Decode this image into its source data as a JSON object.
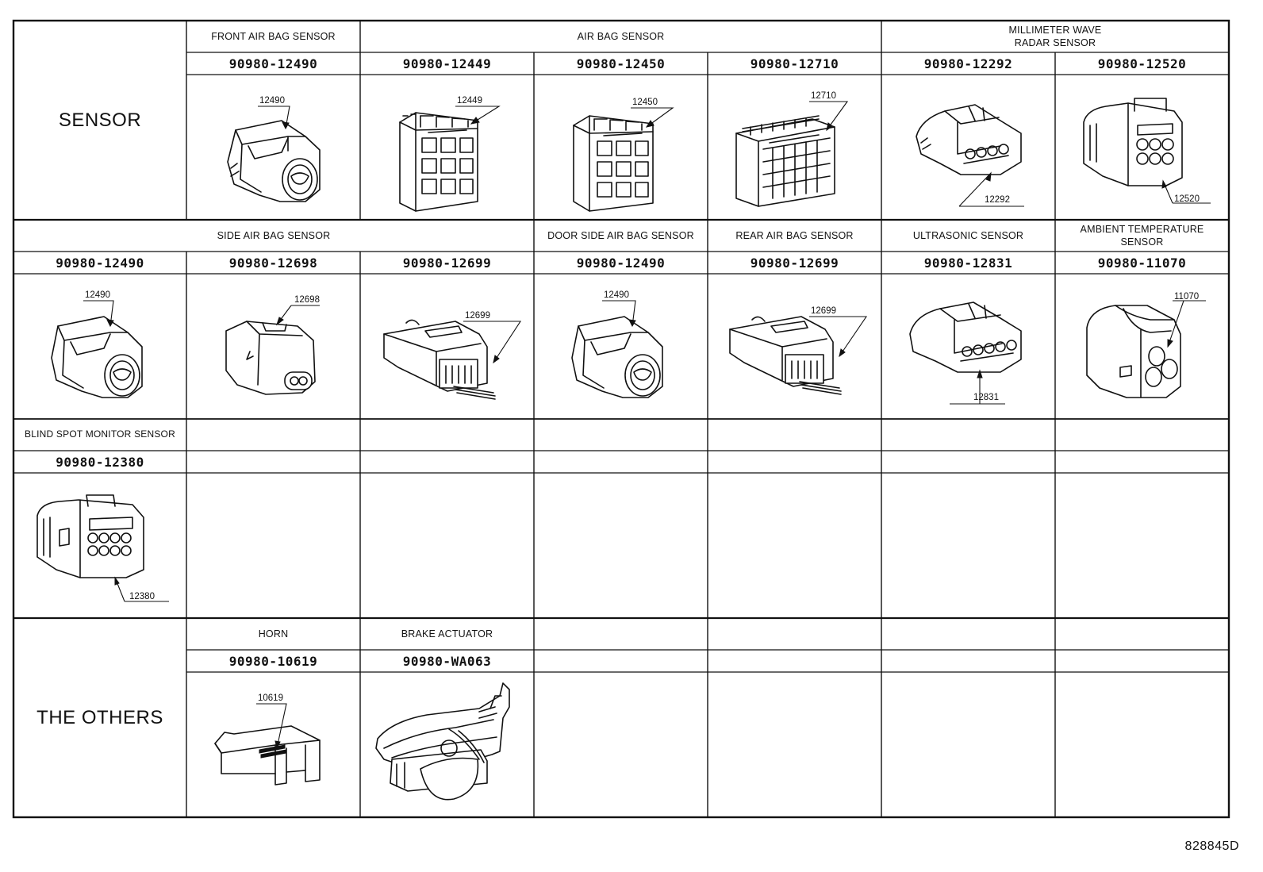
{
  "sections": {
    "sensor": "SENSOR",
    "others": "THE OTHERS"
  },
  "row1": [
    {
      "category": "FRONT AIR BAG SENSOR",
      "part": "90980-12490",
      "callout": "12490"
    },
    {
      "category": "AIR BAG SENSOR",
      "part": "90980-12449",
      "callout": "12449"
    },
    {
      "category": "",
      "part": "90980-12450",
      "callout": "12450"
    },
    {
      "category": "",
      "part": "90980-12710",
      "callout": "12710"
    },
    {
      "category": "MILLIMETER WAVE\nRADAR SENSOR",
      "part": "90980-12292",
      "callout": "12292"
    },
    {
      "category": "",
      "part": "90980-12520",
      "callout": "12520"
    }
  ],
  "row2": [
    {
      "category": "SIDE AIR BAG SENSOR",
      "part": "90980-12490",
      "callout": "12490"
    },
    {
      "category": "",
      "part": "90980-12698",
      "callout": "12698"
    },
    {
      "category": "",
      "part": "90980-12699",
      "callout": "12699"
    },
    {
      "category": "DOOR SIDE AIR BAG SENSOR",
      "part": "90980-12490",
      "callout": "12490"
    },
    {
      "category": "REAR AIR BAG SENSOR",
      "part": "90980-12699",
      "callout": "12699"
    },
    {
      "category": "ULTRASONIC SENSOR",
      "part": "90980-12831",
      "callout": "12831"
    },
    {
      "category": "AMBIENT TEMPERATURE\nSENSOR",
      "part": "90980-11070",
      "callout": "11070"
    }
  ],
  "row3": [
    {
      "category": "BLIND SPOT MONITOR SENSOR",
      "part": "90980-12380",
      "callout": "12380"
    }
  ],
  "row4": [
    {
      "category": "HORN",
      "part": "90980-10619",
      "callout": "10619"
    },
    {
      "category": "BRAKE ACTUATOR",
      "part": "90980-WA063",
      "callout": ""
    }
  ],
  "figure_code": "828845D"
}
